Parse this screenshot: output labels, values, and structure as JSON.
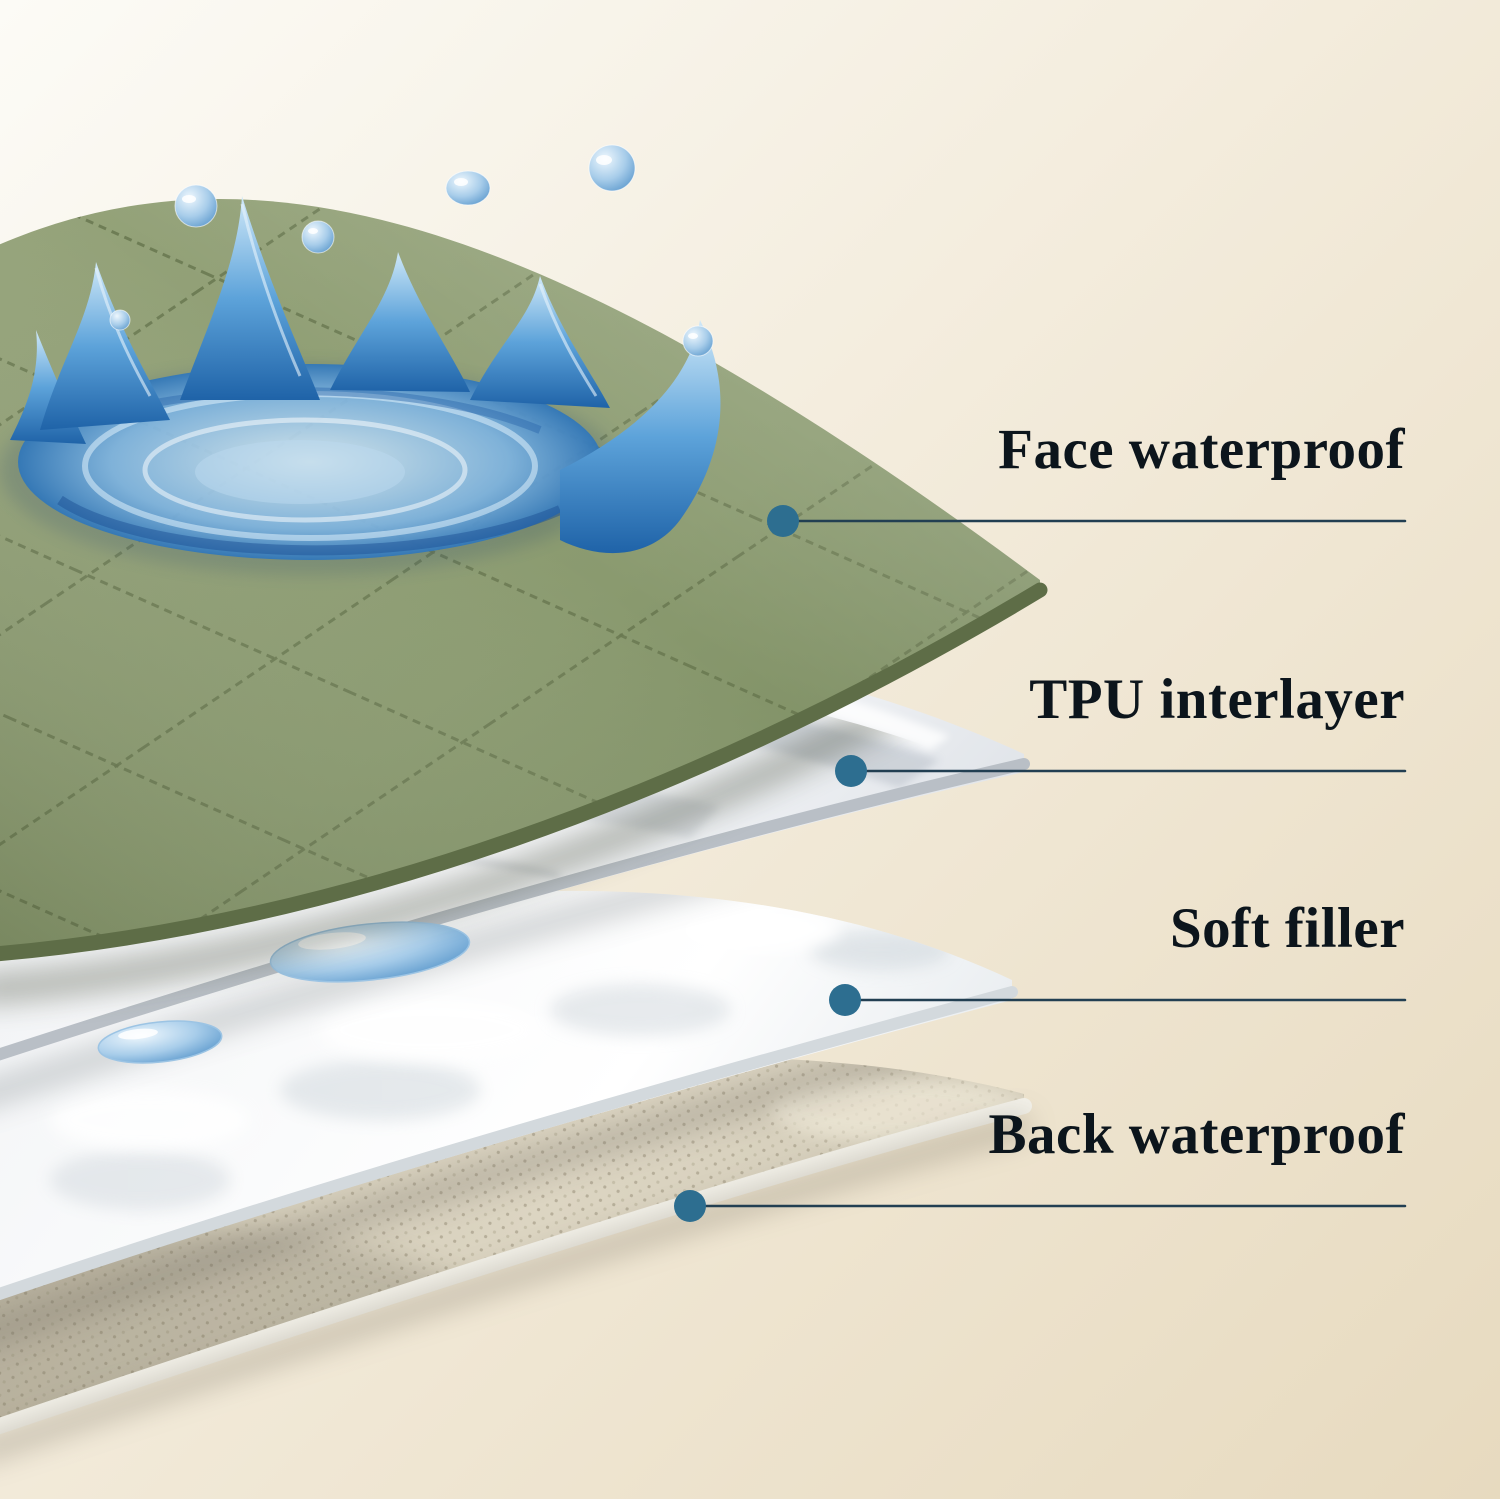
{
  "image": {
    "type": "product-layer-diagram",
    "background_top": "#fbfaf5",
    "background_bottom": "#e7dabf"
  },
  "callouts": [
    {
      "label": "Face waterproof",
      "layer": "face-waterproof"
    },
    {
      "label": "TPU interlayer",
      "layer": "tpu-interlayer"
    },
    {
      "label": "Soft filler",
      "layer": "soft-filler"
    },
    {
      "label": "Back waterproof",
      "layer": "back-waterproof"
    }
  ],
  "layers": [
    {
      "name": "face-waterproof",
      "description": "green quilted waterproof fabric top layer with water splash",
      "color": "#8a9a6f"
    },
    {
      "name": "tpu-interlayer",
      "description": "glossy TPU film layer with water beads",
      "color": "#eef0f2"
    },
    {
      "name": "soft-filler",
      "description": "white soft filler padding layer",
      "color": "#ffffff"
    },
    {
      "name": "back-waterproof",
      "description": "woven back waterproof fabric layer",
      "color": "#d6cfbc"
    }
  ],
  "accents": {
    "callout_dot": "#2d6e90",
    "callout_line": "#223f52",
    "label_text": "#0c151c",
    "water_blue": "#3f86c9",
    "quilt_stitch": "#68774f"
  }
}
